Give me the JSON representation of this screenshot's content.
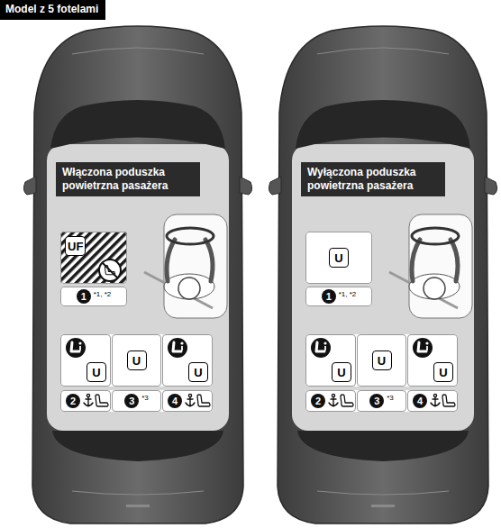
{
  "diagram": {
    "title": "Model z 5 fotelami",
    "nodes": [
      {
        "text": [
          "Włączona poduszka powietrzna pasażera"
        ]
      },
      {
        "text": [
          "UF"
        ]
      },
      {
        "text": [
          "1",
          "*1, *2"
        ]
      },
      {
        "text": [
          "U"
        ]
      },
      {
        "text": [
          "U"
        ]
      },
      {
        "text": [
          "U"
        ]
      },
      {
        "text": [
          "2"
        ]
      },
      {
        "text": [
          "3",
          "*3"
        ]
      },
      {
        "text": [
          "4"
        ]
      },
      {
        "text": [
          "Wyłączona poduszka powietrzna pasażera"
        ]
      },
      {
        "text": [
          "U"
        ]
      },
      {
        "text": [
          "1",
          "*1, *2"
        ]
      },
      {
        "text": [
          "U"
        ]
      },
      {
        "text": [
          "U"
        ]
      },
      {
        "text": [
          "U"
        ]
      },
      {
        "text": [
          "2"
        ]
      },
      {
        "text": [
          "3",
          "*3"
        ]
      },
      {
        "text": [
          "4"
        ]
      }
    ]
  }
}
